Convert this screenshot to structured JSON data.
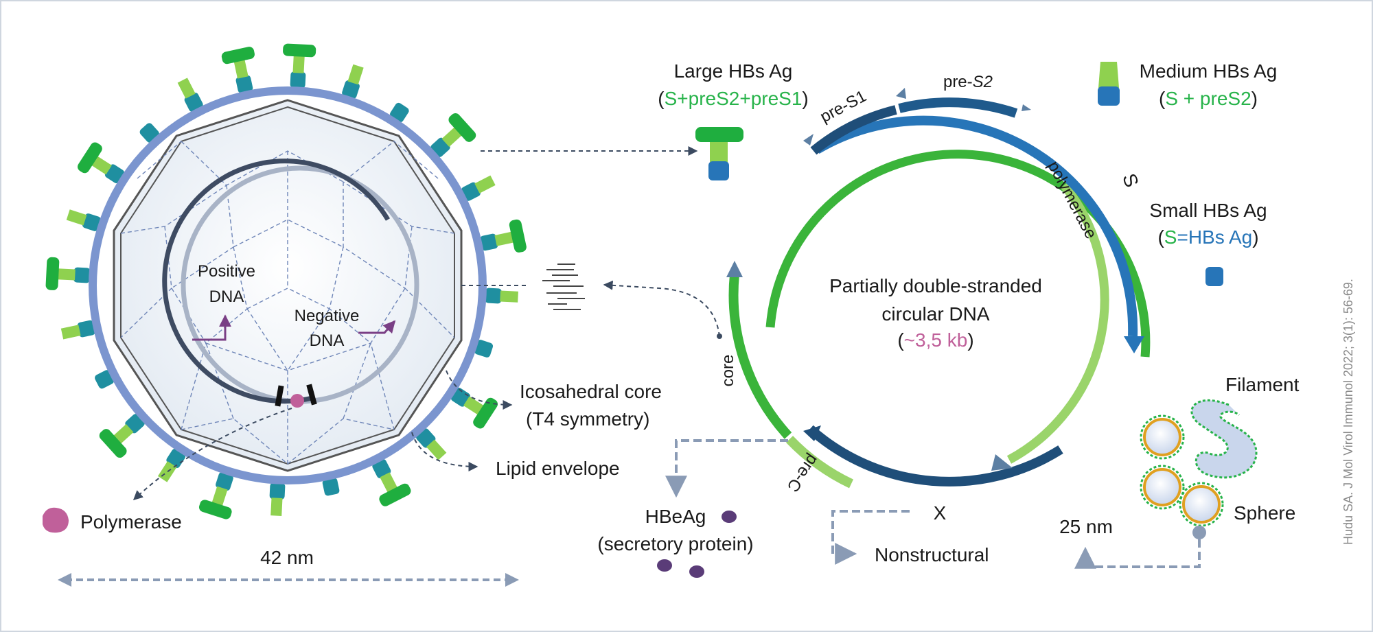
{
  "labels": {
    "positive_dna_1": "Positive",
    "positive_dna_2": "DNA",
    "negative_dna_1": "Negative",
    "negative_dna_2": "DNA",
    "icosahedral_1": "Icosahedral core",
    "icosahedral_2": "(T4 symmetry)",
    "lipid": "Lipid envelope",
    "polymerase": "Polymerase",
    "scale": "42 nm",
    "large_title": "Large HBs Ag",
    "large_paren_open": "(",
    "large_formula": "S+preS2+preS1",
    "large_paren_close": ")",
    "medium_title": "Medium HBs Ag",
    "medium_paren_open": "(",
    "medium_formula": "S + preS2",
    "medium_paren_close": ")",
    "small_title": "Small HBs Ag",
    "small_paren_open": "(",
    "small_formula_s": "S",
    "small_formula_rest": "=HBs Ag",
    "small_paren_close": ")",
    "pres1": "pre-S1",
    "pres2_a": "pre-",
    "pres2_b": "S2",
    "s": "S",
    "polymerase_arc": "polymerase",
    "core": "core",
    "prec": "pre-C",
    "x": "X",
    "center_1": "Partially double-stranded",
    "center_2": "circular DNA",
    "center_3_open": "(",
    "center_3_val": "~3,5 kb",
    "center_3_close": ")",
    "hbeag_1": "HBeAg",
    "hbeag_2": "(secretory protein)",
    "nonstructural": "Nonstructural",
    "filament": "Filament",
    "sphere": "Sphere",
    "nm25": "25 nm",
    "citation": "Hudu SA. J Mol Virol Immunol 2022; 3(1): 56-69."
  },
  "colors": {
    "envelope": "#7b95cf",
    "dark_blue": "#1f4e79",
    "mid_blue": "#2775b8",
    "green": "#27b34a",
    "light_green": "#8fd14f",
    "arrow_grey": "#8a9bb5",
    "protein_purple": "#5a3c78",
    "polymerase_pink": "#c0609a"
  }
}
